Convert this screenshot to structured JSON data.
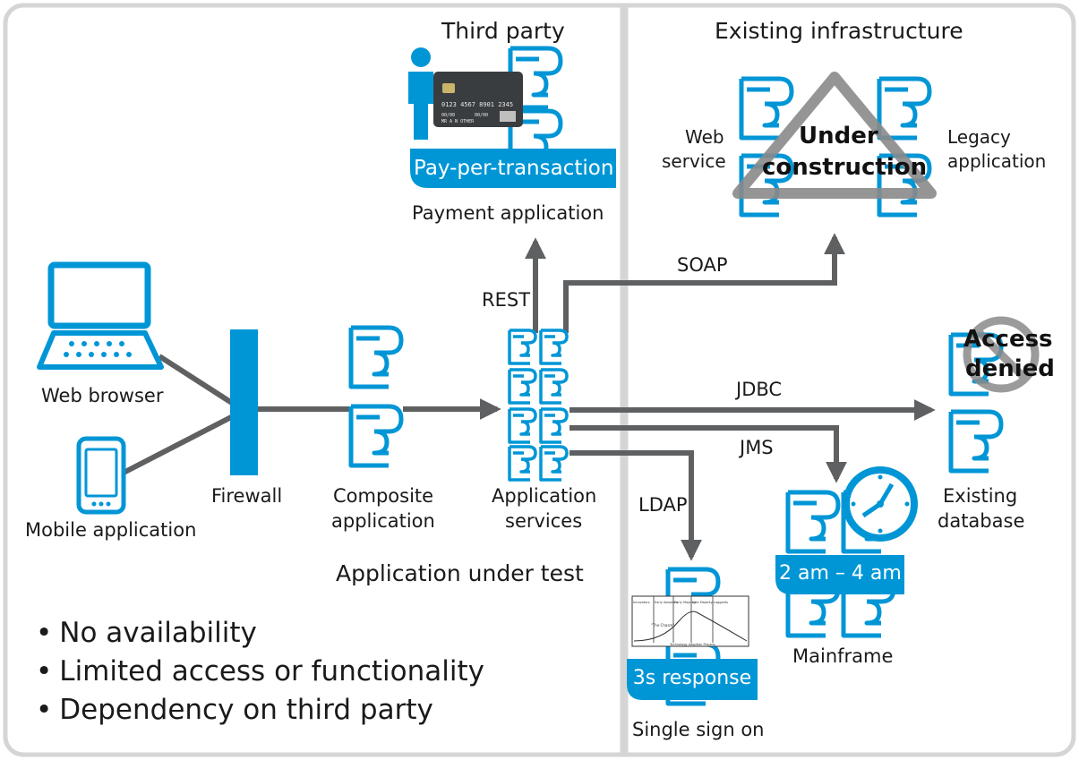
{
  "regions": {
    "third_party": "Third party",
    "existing_infrastructure": "Existing infrastructure",
    "application_under_test": "Application under test"
  },
  "nodes": {
    "web_browser": "Web browser",
    "mobile_application": "Mobile application",
    "firewall": "Firewall",
    "composite_line1": "Composite",
    "composite_line2": "application",
    "appsvc_line1": "Application",
    "appsvc_line2": "services",
    "payment_application": "Payment application",
    "web_service_line1": "Web",
    "web_service_line2": "service",
    "legacy_line1": "Legacy",
    "legacy_line2": "application",
    "db_line1": "Existing",
    "db_line2": "database",
    "mainframe": "Mainframe",
    "sso": "Single sign on"
  },
  "badges": {
    "pay_per_transaction": "Pay-per-transaction",
    "under_construction_line1": "Under",
    "under_construction_line2": "construction",
    "access_denied_line1": "Access",
    "access_denied_line2": "denied",
    "mainframe_window": "2 am – 4 am",
    "sso_response": "3s response"
  },
  "protocols": {
    "rest": "REST",
    "soap": "SOAP",
    "jdbc": "JDBC",
    "jms": "JMS",
    "ldap": "LDAP"
  },
  "card": {
    "number": "0123 4567 8901 2345",
    "expiry_left": "00/00",
    "expiry_right": "00/00",
    "name": "MR A N OTHER"
  },
  "curve": {
    "segments": [
      "Innovators",
      "Early Adopters",
      "Early Majority",
      "Late Majority",
      "Laggards"
    ],
    "chasm": "\"The Chasm\"",
    "caption": "Technology Adoption Process"
  },
  "bullets": [
    "No availability",
    "Limited access or functionality",
    "Dependency on third party"
  ],
  "colors": {
    "brand_blue": "#0096d6",
    "arrow_gray": "#5f6062",
    "warning_gray": "#8a8a8a",
    "border_gray": "#d5d5d5"
  }
}
